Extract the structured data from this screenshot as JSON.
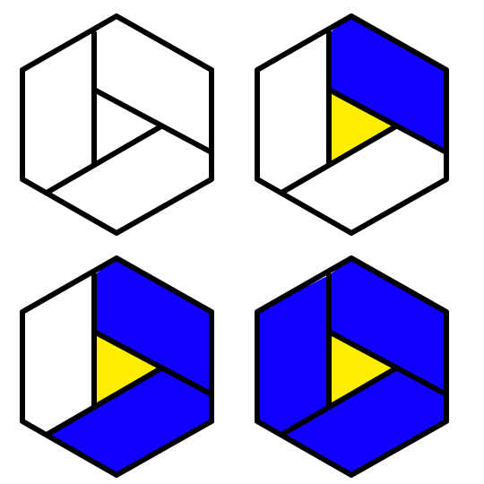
{
  "palette": {
    "outline": "#000000",
    "empty": "#ffffff",
    "blue": "#0f00ff",
    "yellow": "#ffee00"
  },
  "panels": [
    {
      "id": "step-1",
      "left_region": "empty",
      "upper_right_region": "empty",
      "bottom_region": "empty",
      "center_triangle": "empty"
    },
    {
      "id": "step-2",
      "left_region": "empty",
      "upper_right_region": "blue",
      "bottom_region": "empty",
      "center_triangle": "yellow"
    },
    {
      "id": "step-3",
      "left_region": "empty",
      "upper_right_region": "blue",
      "bottom_region": "blue",
      "center_triangle": "yellow"
    },
    {
      "id": "step-4",
      "left_region": "blue",
      "upper_right_region": "blue",
      "bottom_region": "blue",
      "center_triangle": "yellow"
    }
  ]
}
